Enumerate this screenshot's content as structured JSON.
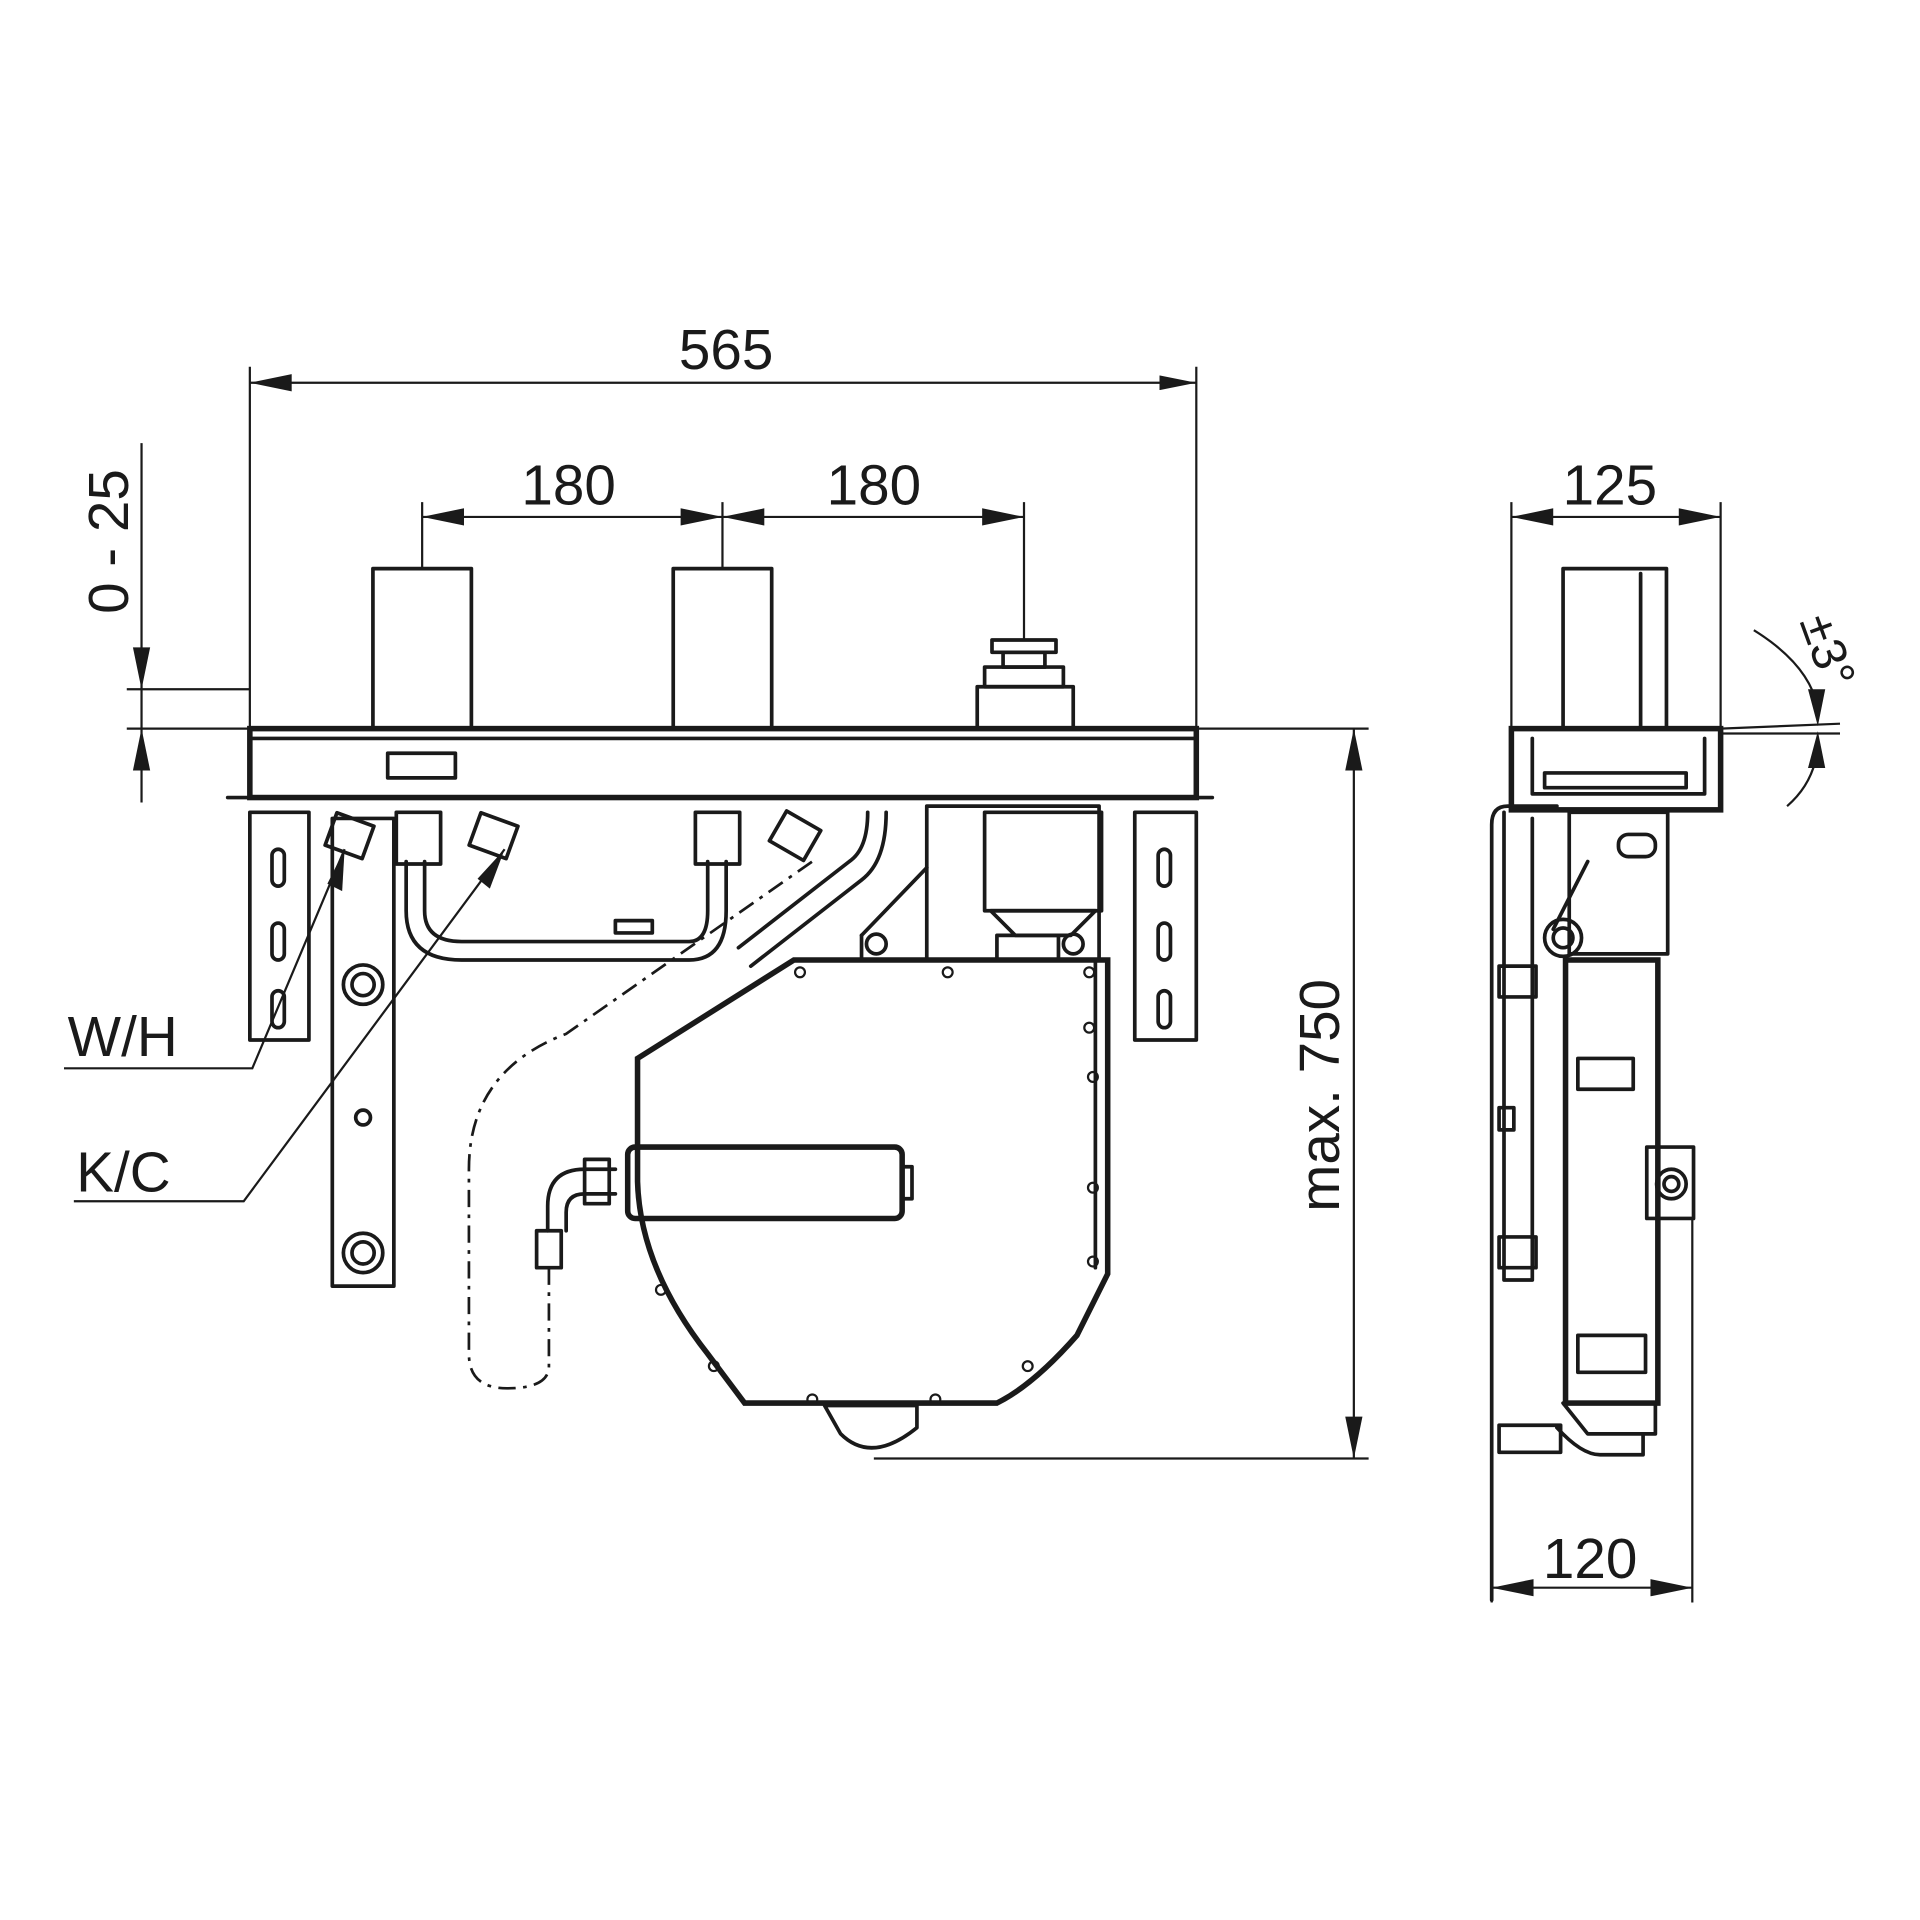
{
  "front_view": {
    "dim_total_width": "565",
    "dim_spacing_left": "180",
    "dim_spacing_right": "180",
    "dim_adjust": "0 - 25",
    "dim_height": "max. 750",
    "label_hot": "W/H",
    "label_cold": "K/C"
  },
  "side_view": {
    "dim_top_depth": "125",
    "dim_bottom_depth": "120",
    "angle_tolerance": "±3°"
  }
}
